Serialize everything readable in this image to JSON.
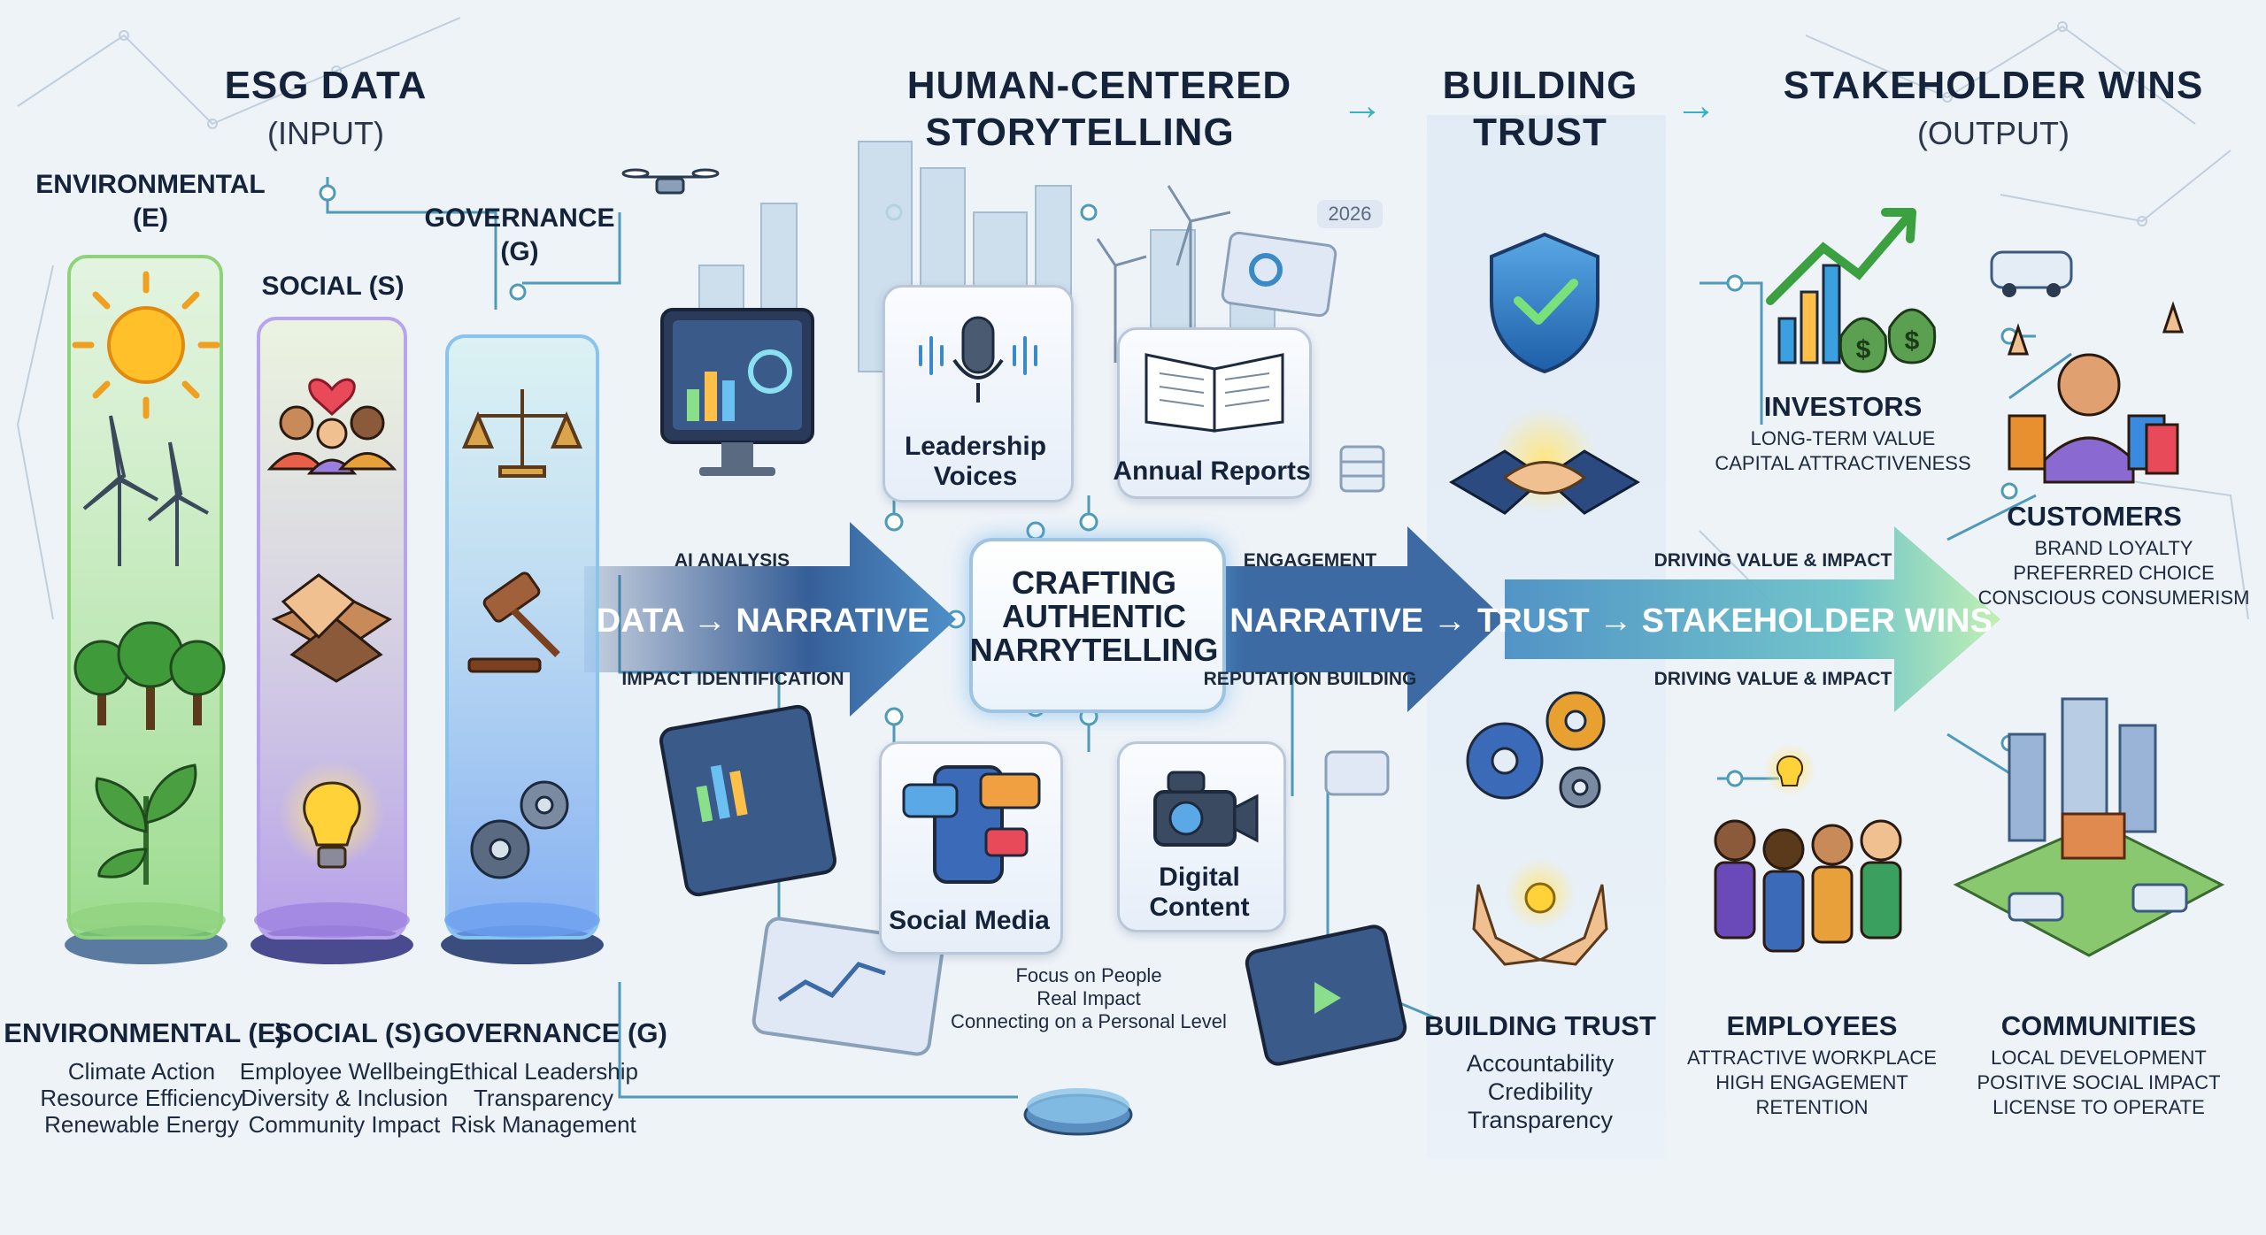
{
  "headers": {
    "esg_title": "ESG DATA",
    "esg_sub": "(INPUT)",
    "storytelling_l1": "HUMAN-CENTERED",
    "storytelling_l2": "STORYTELLING",
    "trust_l1": "BUILDING",
    "trust_l2": "TRUST",
    "wins_title": "STAKEHOLDER WINS",
    "wins_sub": "(OUTPUT)"
  },
  "pillars": {
    "env_top_l1": "ENVIRONMENTAL",
    "env_top_l2": "(E)",
    "soc_top": "SOCIAL (S)",
    "gov_top_l1": "GOVERNANCE",
    "gov_top_l2": "(G)",
    "env_label": "ENVIRONMENTAL (E)",
    "soc_label": "SOCIAL (S)",
    "gov_label": "GOVERNANCE (G)",
    "env_items": [
      "Climate Action",
      "Resource Efficiency",
      "Renewable Energy"
    ],
    "soc_items": [
      "Employee Wellbeing",
      "Diversity & Inclusion",
      "Community Impact"
    ],
    "gov_items": [
      "Ethical Leadership",
      "Transparency",
      "Risk Management"
    ]
  },
  "arrows": {
    "a1_main": "DATA → NARRATIVE",
    "a1_top": "AI ANALYSIS",
    "a1_bottom": "IMPACT IDENTIFICATION",
    "a2_main": "NARRATIVE →",
    "a2_top": "ENGAGEMENT",
    "a2_bottom": "REPUTATION BUILDING",
    "a3_main": "TRUST → STAKEHOLDER WINS",
    "a3_top": "DRIVING VALUE & IMPACT",
    "a3_bottom": "DRIVING VALUE & IMPACT"
  },
  "story": {
    "center_l1": "CRAFTING",
    "center_l2": "AUTHENTIC",
    "center_l3": "NARRYTELLING",
    "leadership_l1": "Leadership",
    "leadership_l2": "Voices",
    "annual": "Annual Reports",
    "social": "Social Media",
    "digital_l1": "Digital",
    "digital_l2": "Content",
    "focus": [
      "Focus on People",
      "Real Impact",
      "Connecting on a Personal Level"
    ],
    "year_badge": "2026"
  },
  "trust": {
    "title": "BUILDING TRUST",
    "items": [
      "Accountability",
      "Credibility",
      "Transparency"
    ]
  },
  "stakeholders": {
    "investors": {
      "title": "INVESTORS",
      "items": [
        "LONG-TERM VALUE",
        "CAPITAL ATTRACTIVENESS"
      ]
    },
    "customers": {
      "title": "CUSTOMERS",
      "items": [
        "BRAND LOYALTY",
        "PREFERRED CHOICE",
        "CONSCIOUS CONSUMERISM"
      ]
    },
    "employees": {
      "title": "EMPLOYEES",
      "items": [
        "ATTRACTIVE WORKPLACE",
        "HIGH ENGAGEMENT",
        "RETENTION"
      ]
    },
    "communities": {
      "title": "COMMUNITIES",
      "items": [
        "LOCAL DEVELOPMENT",
        "POSITIVE SOCIAL IMPACT",
        "LICENSE TO OPERATE"
      ]
    }
  },
  "colors": {
    "env": "#7fd36a",
    "soc": "#9b7fe0",
    "gov": "#5aaee8",
    "arrow": "#3b6fa8",
    "accent": "#2aa0c8"
  }
}
